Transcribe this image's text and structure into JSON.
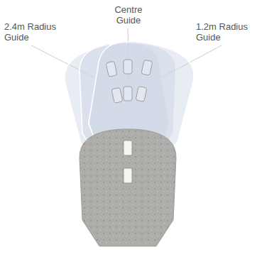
{
  "diagram": {
    "labels": [
      "Centre Guide",
      "2.4m Radius Guide",
      "1.2m Radius Guide"
    ]
  }
}
